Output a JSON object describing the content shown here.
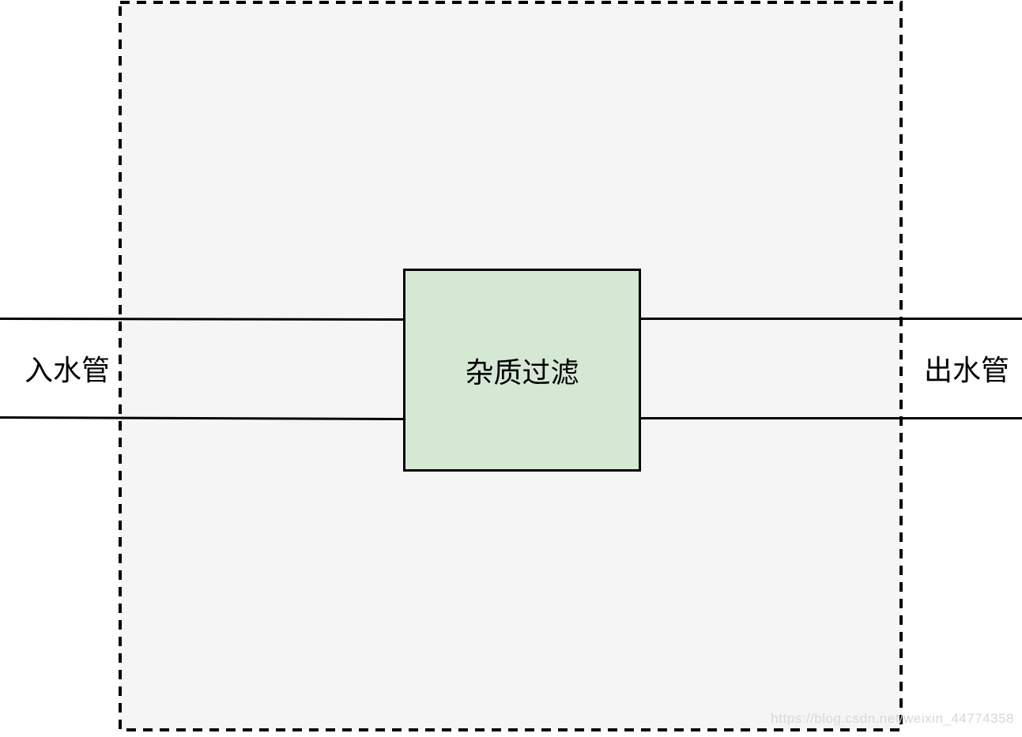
{
  "labels": {
    "inlet": "入水管",
    "outlet": "出水管",
    "filter": "杂质过滤"
  },
  "watermark": {
    "text": "https://blog.csdn.net/weixin_44774358"
  },
  "colors": {
    "canvas_bg": "#ffffff",
    "boundary_fill": "#f5f5f5",
    "boundary_stroke": "#000000",
    "pipe_stroke": "#000000",
    "filter_fill": "#d5e8d4",
    "filter_stroke": "#000000",
    "label_color": "#000000",
    "watermark_color": "#d8d8d8"
  },
  "style": {
    "boundary_border": "dashed",
    "boundary_dash_pattern": "12 9"
  }
}
